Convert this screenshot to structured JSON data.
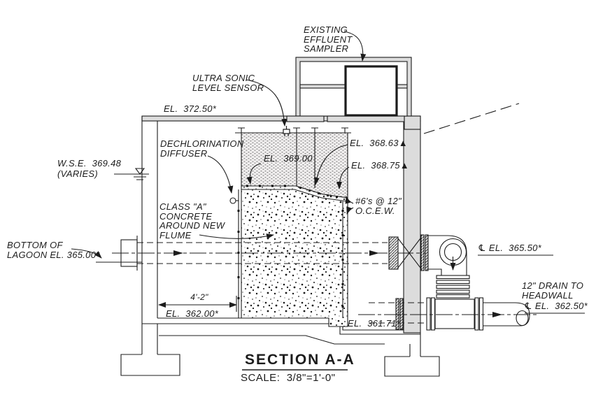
{
  "colors": {
    "line": "#1c1c1c",
    "wall_shade": "#dcdcdc",
    "paper": "#ffffff"
  },
  "drawing": {
    "title": "SECTION A-A",
    "scale_note": "SCALE:  3/8\"=1'-0\"",
    "annotations": {
      "sampler": "EXISTING\nEFFLUENT\nSAMPLER",
      "level_sensor": "ULTRA SONIC\nLEVEL SENSOR",
      "top_of_wall_el": "EL.  372.50*",
      "diffuser": "DECHLORINATION\nDIFFUSER",
      "water_surface_el": "W.S.E.  369.48",
      "water_surface_varies": "(VARIES)",
      "flume_floor_el": "EL.  369.00",
      "weir_el_upstream": "EL.  368.63▲",
      "weir_el_downstream": "EL.  368.75▲",
      "concrete_note": "CLASS \"A\"\nCONCRETE\nAROUND NEW\nFLUME",
      "rebar_note": "#6's @ 12\"\nO.C.E.W.",
      "lagoon_bottom": "BOTTOM OF\nLAGOON EL. 365.00*",
      "outlet_centerline_el": "℄ EL.  365.50*",
      "flume_width_dim": "4'-2\"",
      "tank_floor_el": "EL.  362.00*",
      "sump_floor_el": "EL.  361.71*",
      "drain_note": "12\" DRAIN TO\nHEADWALL",
      "drain_centerline_el": "℄ EL.  362.50*"
    }
  }
}
